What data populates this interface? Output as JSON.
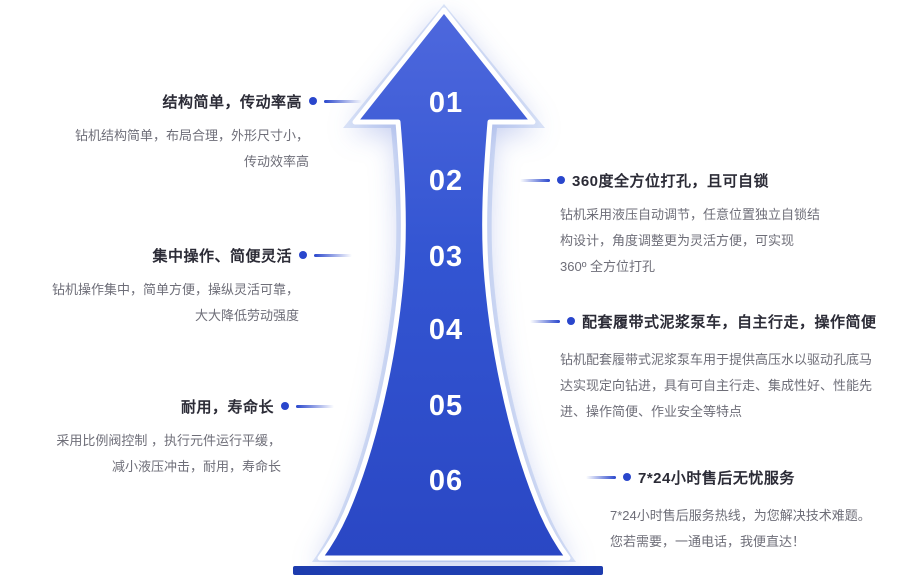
{
  "arrow": {
    "steps": [
      "01",
      "02",
      "03",
      "04",
      "05",
      "06"
    ]
  },
  "colors": {
    "accent": "#2946cc",
    "arrow_top": "#4e68dd",
    "arrow_mid": "#3355d2",
    "arrow_bottom": "#2a47c4",
    "arrow_echo": "#dde6f8",
    "base_bar": "#1d3cae",
    "title_text": "#2b2b36",
    "body_text": "#6e6e78"
  },
  "features_left": [
    {
      "title": "结构简单，传动率高",
      "desc": "钻机结构简单，布局合理，外形尺寸小，\n传动效率高"
    },
    {
      "title": "集中操作、简便灵活",
      "desc": "钻机操作集中，简单方便，操纵灵活可靠，\n大大降低劳动强度"
    },
    {
      "title": "耐用，寿命长",
      "desc": "采用比例阀控制 ，执行元件运行平缓，\n减小液压冲击，耐用，寿命长"
    }
  ],
  "features_right": [
    {
      "title": "360度全方位打孔，且可自锁",
      "desc": "钻机采用液压自动调节，任意位置独立自锁结\n构设计，角度调整更为灵活方便，可实现\n360º 全方位打孔"
    },
    {
      "title": "配套履带式泥浆泵车，自主行走，操作简便",
      "desc": "钻机配套履带式泥浆泵车用于提供高压水以驱动孔底马\n达实现定向钻进，具有可自主行走、集成性好、性能先\n进、操作简便、作业安全等特点"
    },
    {
      "title": "7*24小时售后无忧服务",
      "desc": "7*24小时售后服务热线，为您解决技术难题。\n您若需要，一通电话，我便直达！"
    }
  ]
}
